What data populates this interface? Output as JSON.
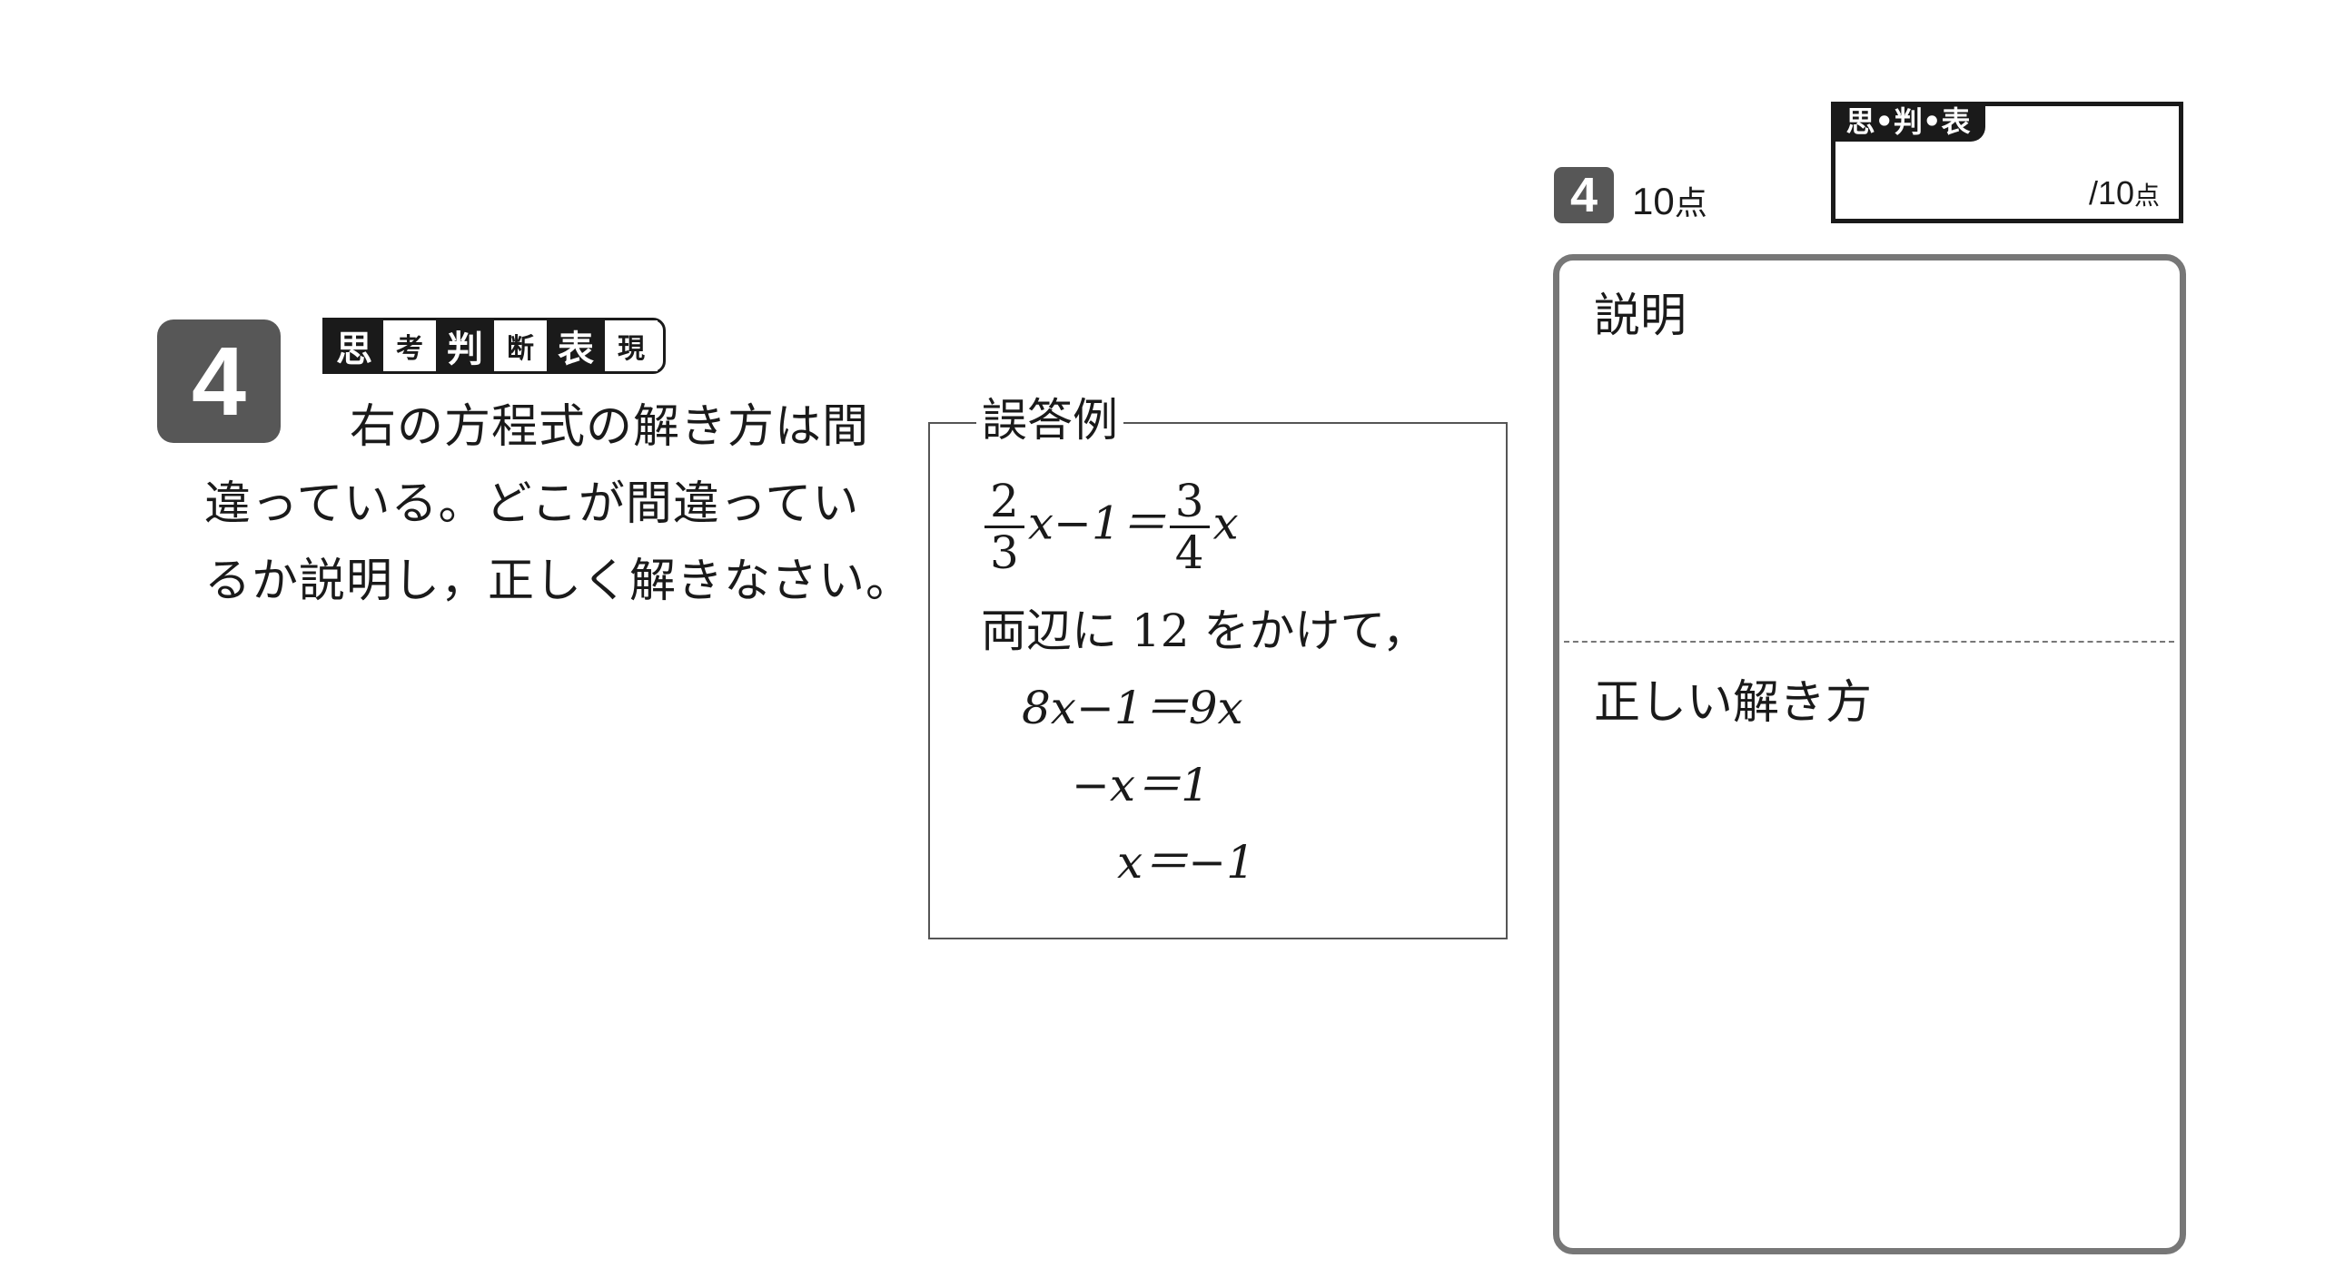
{
  "problem": {
    "number": "4",
    "categories": [
      {
        "text": "思",
        "size": "big"
      },
      {
        "text": "考",
        "size": "small"
      },
      {
        "text": "判",
        "size": "big"
      },
      {
        "text": "断",
        "size": "small"
      },
      {
        "text": "表",
        "size": "big"
      },
      {
        "text": "現",
        "size": "small"
      }
    ],
    "text_lines": [
      "右の方程式の解き方は間",
      "違っている。どこが間違ってい",
      "るか説明し，正しく解きなさい。"
    ]
  },
  "error_example": {
    "title": "誤答例",
    "line1": {
      "frac1_num": "2",
      "frac1_den": "3",
      "mid": "x−1＝",
      "frac2_num": "3",
      "frac2_den": "4",
      "end": "x"
    },
    "line2": "両辺に 12 をかけて，",
    "line3": "8x−1＝9x",
    "line4": "−x＝1",
    "line5": "x＝−1"
  },
  "score": {
    "number": "4",
    "points_num": "10",
    "points_unit": "点",
    "box_category": "思•判•表",
    "box_max_prefix": "/10",
    "box_max_unit": "点"
  },
  "answer": {
    "explanation_label": "説明",
    "solution_label": "正しい解き方"
  }
}
